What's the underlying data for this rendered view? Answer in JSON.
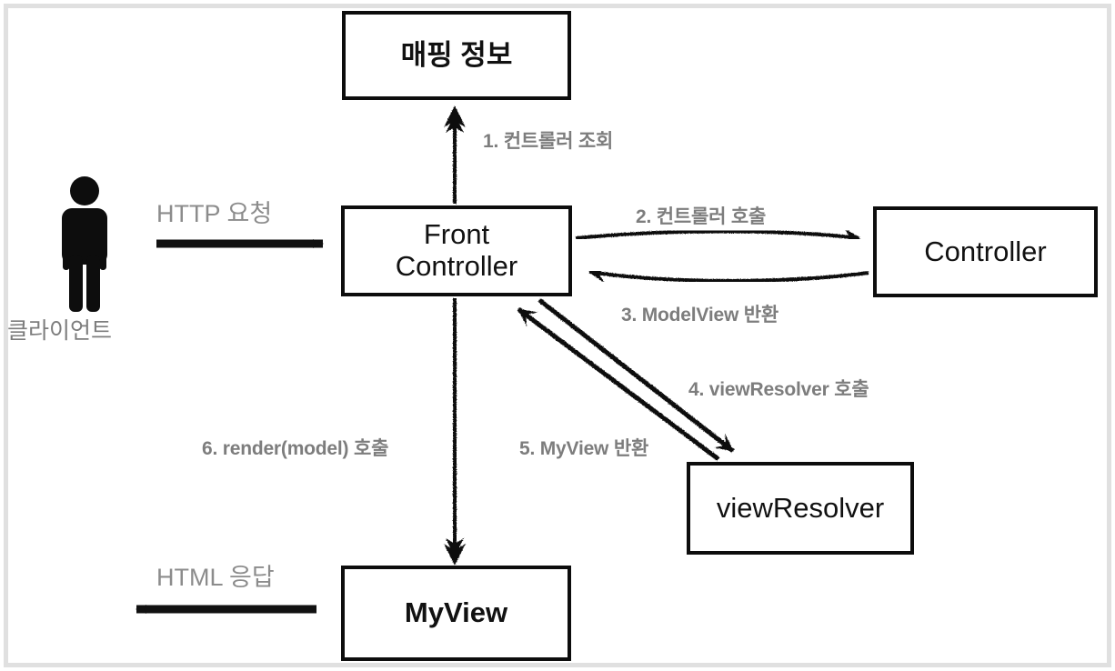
{
  "diagram": {
    "title": "Spring MVC Front Controller request flow",
    "colors": {
      "box_border": "#0d0d0d",
      "box_text": "#111111",
      "step_label": "#7d7d7d",
      "plain_label": "#8c8c8c",
      "arrow": "#111111",
      "frame": "#e0e0e0",
      "background": "#ffffff"
    },
    "actor": {
      "icon": "person-icon",
      "caption": "클라이언트"
    },
    "nodes": [
      {
        "id": "mapping",
        "label": "매핑 정보"
      },
      {
        "id": "front_controller",
        "label": "Front\nController"
      },
      {
        "id": "controller",
        "label": "Controller"
      },
      {
        "id": "view_resolver",
        "label": "viewResolver"
      },
      {
        "id": "myview",
        "label": "MyView"
      }
    ],
    "edges": [
      {
        "id": "http_request",
        "label": "HTTP 요청",
        "from": "client",
        "to": "front_controller",
        "style": "solid-straight"
      },
      {
        "id": "step1",
        "label": "1. 컨트롤러 조회",
        "from": "front_controller",
        "to": "mapping",
        "style": "sketch-double"
      },
      {
        "id": "step2",
        "label": "2. 컨트롤러 호출",
        "from": "front_controller",
        "to": "controller",
        "style": "sketch"
      },
      {
        "id": "step3",
        "label": "3. ModelView 반환",
        "from": "controller",
        "to": "front_controller",
        "style": "sketch"
      },
      {
        "id": "step4",
        "label": "4. viewResolver 호출",
        "from": "front_controller",
        "to": "view_resolver",
        "style": "sketch"
      },
      {
        "id": "step5",
        "label": "5. MyView 반환",
        "from": "view_resolver",
        "to": "front_controller",
        "style": "sketch"
      },
      {
        "id": "step6",
        "label": "6. render(model) 호출",
        "from": "front_controller",
        "to": "myview",
        "style": "sketch"
      },
      {
        "id": "html_response",
        "label": "HTML 응답",
        "from": "myview",
        "to": "client",
        "style": "solid-straight"
      }
    ]
  }
}
